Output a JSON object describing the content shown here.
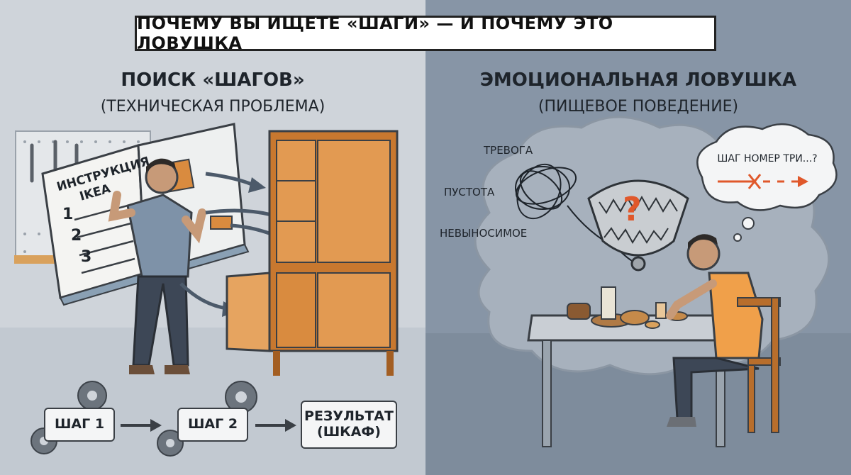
{
  "banner": {
    "title": "ПОЧЕМУ ВЫ ИЩЕТЕ «ШАГИ» — И ПОЧЕМУ ЭТО ЛОВУШКА"
  },
  "left": {
    "heading": "ПОИСК «ШАГОВ»",
    "subheading": "(ТЕХНИЧЕСКАЯ ПРОБЛЕМА)",
    "book": {
      "title_line1": "ИНСТРУКЦИЯ",
      "title_line2": "IKEA",
      "numbers": [
        "1",
        "2",
        "3"
      ]
    },
    "steps": {
      "step1": "ШАГ 1",
      "step2": "ШАГ 2",
      "result_line1": "РЕЗУЛЬТАТ",
      "result_line2": "(ШКАФ)"
    }
  },
  "right": {
    "heading": "ЭМОЦИОНАЛЬНАЯ ЛОВУШКА",
    "subheading": "(ПИЩЕВОЕ ПОВЕДЕНИЕ)",
    "feelings": [
      "ТРЕВОГА",
      "ПУСТОТА",
      "НЕВЫНОСИМОЕ"
    ],
    "thought": "ШАГ НОМЕР ТРИ...?",
    "trap_symbol": "?"
  },
  "colors": {
    "accent_orange": "#e0582b",
    "wood": "#d98b3f",
    "shirt_orange": "#f0a04a",
    "shirt_blue": "#7e92a8"
  }
}
